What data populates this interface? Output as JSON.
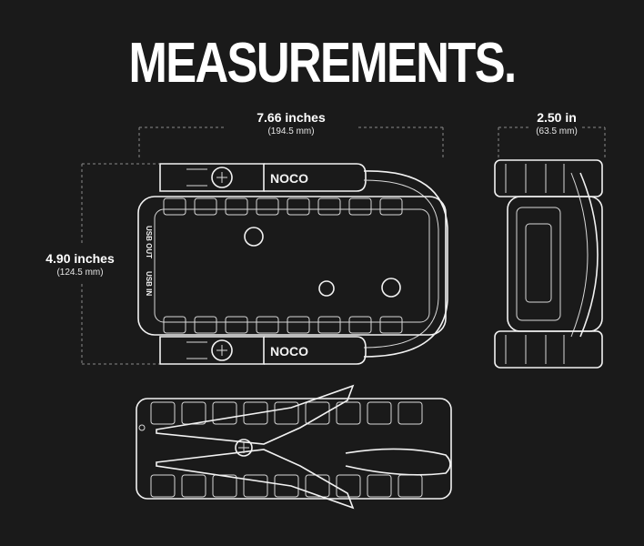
{
  "title": "MEASUREMENTS.",
  "dimensions": {
    "width": {
      "label": "7.66 inches",
      "metric": "(194.5 mm)"
    },
    "height": {
      "label": "4.90 inches",
      "metric": "(124.5 mm)"
    },
    "depth": {
      "label": "2.50 in",
      "metric": "(63.5 mm)"
    }
  },
  "device": {
    "brand_top": "NOCO",
    "brand_bottom": "NOCO",
    "port_labels": [
      "USB OUT",
      "USB IN"
    ]
  },
  "colors": {
    "background": "#1a1a1a",
    "line": "#f2f2f2",
    "dimension_line": "#8a8a8a"
  }
}
